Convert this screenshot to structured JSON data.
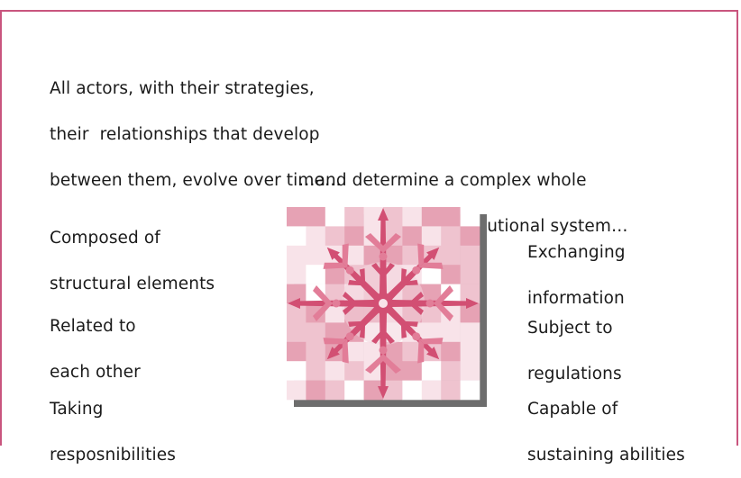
{
  "intro": {
    "lines": [
      "All actors, with their strategies,",
      "their  relationships that develop",
      "between them, evolve over time…"
    ]
  },
  "whole": {
    "lines": [
      "…and determine a complex whole",
      "in the form of an institutional system…"
    ]
  },
  "left_labels": [
    {
      "lines": [
        "Composed of",
        "structural elements"
      ]
    },
    {
      "lines": [
        "Related to",
        "each other"
      ]
    },
    {
      "lines": [
        "Taking",
        "resposnibilities"
      ]
    }
  ],
  "right_labels": [
    {
      "lines": [
        "Exchanging",
        "information"
      ]
    },
    {
      "lines": [
        "Subject to",
        "regulations"
      ]
    },
    {
      "lines": [
        "Capable of",
        "sustaining abilities"
      ]
    }
  ],
  "colors": {
    "frame": "#c9557e",
    "tile_dark": "#e6a2b4",
    "tile_mid": "#efc3cf",
    "tile_light": "#f8e3e9",
    "motif": "#d24f73",
    "motif_soft": "#e27d98",
    "shadow": "#6d6d6d"
  },
  "emblem_icon": "snowflake-quilt-icon"
}
